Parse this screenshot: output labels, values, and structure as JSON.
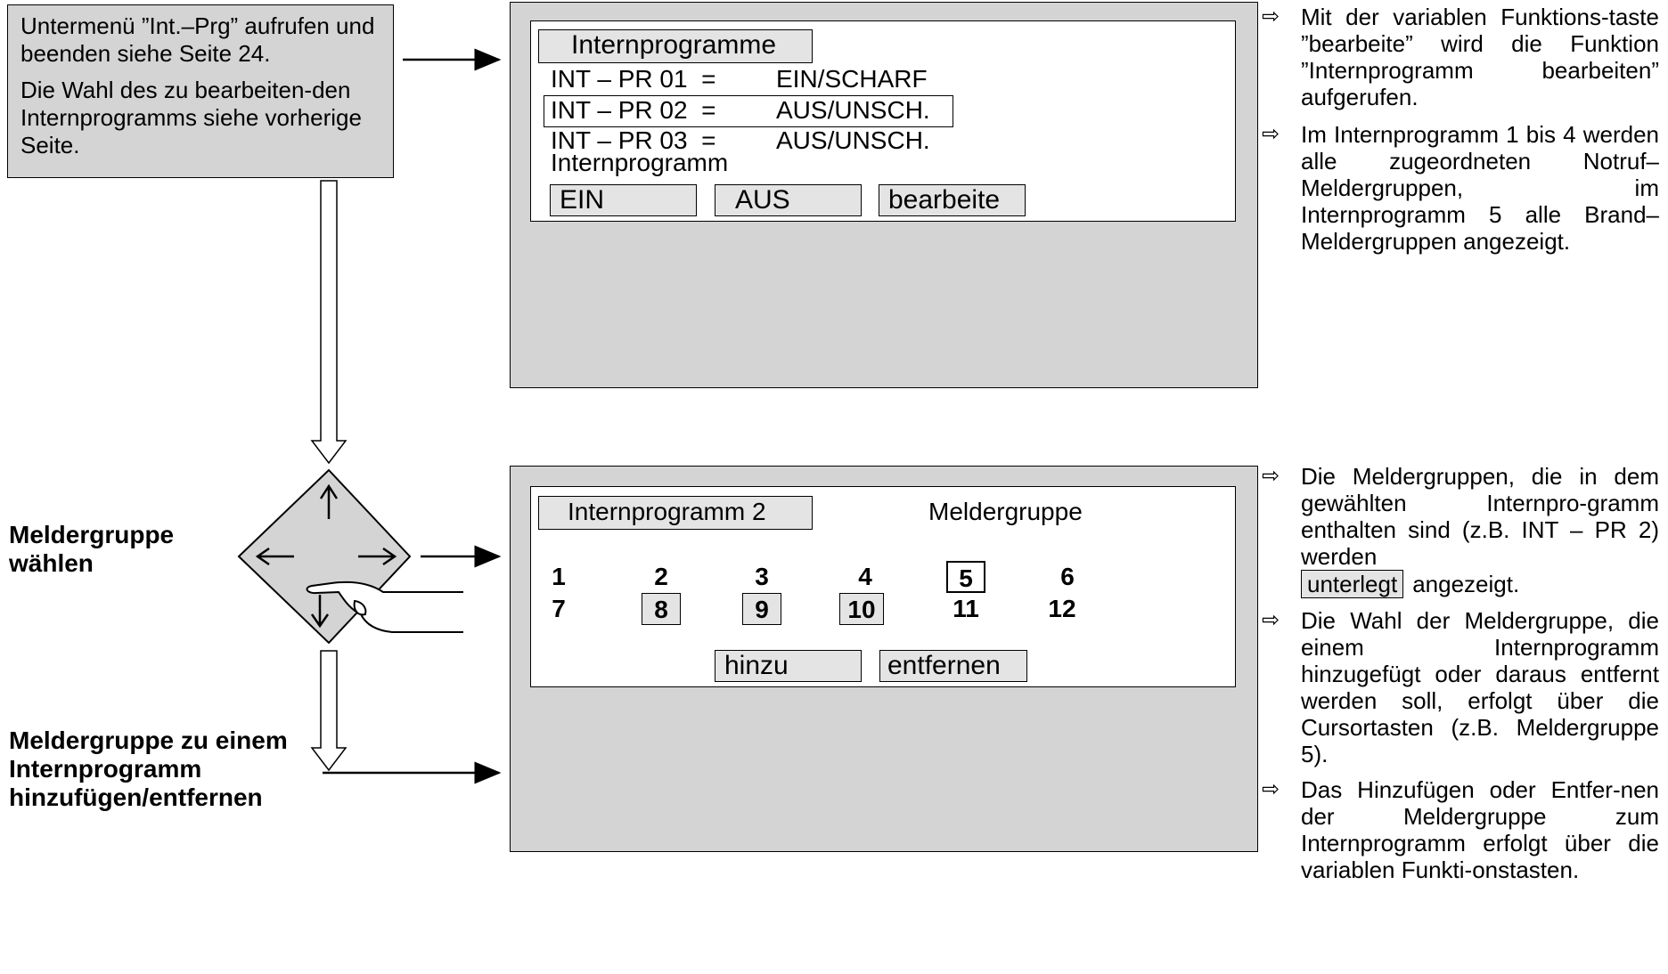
{
  "info_box": {
    "line1": "Untermenü ”Int.–Prg” aufrufen und beenden siehe Seite 24.",
    "line2": "Die Wahl des zu bearbeiten-den Internprogramms siehe vorherige Seite."
  },
  "panel1": {
    "title": "Internprogramme",
    "rows": [
      {
        "label": "INT – PR 01  =",
        "state": "EIN/SCHARF"
      },
      {
        "label": "INT – PR 02  =",
        "state": "AUS/UNSCH."
      },
      {
        "label": "INT – PR 03  =",
        "state": "AUS/UNSCH."
      }
    ],
    "footer": "Internprogramm",
    "softkeys": [
      "EIN",
      "AUS",
      "bearbeite"
    ]
  },
  "panel2": {
    "title": "Internprogramm 2",
    "subtitle": "Meldergruppe",
    "row1": [
      "1",
      "2",
      "3",
      "4",
      "5",
      "6"
    ],
    "row2": [
      "7",
      "8",
      "9",
      "10",
      "11",
      "12"
    ],
    "softkeys": [
      "hinzu",
      "entfernen"
    ]
  },
  "labels": {
    "select": "Meldergruppe wählen",
    "add_remove": "Meldergruppe zu einem Internprogramm hinzufügen/entfernen"
  },
  "notes_top": [
    "Mit der variablen Funktions-taste ”bearbeite” wird die Funktion ”Internprogramm bearbeiten” aufgerufen.",
    "Im Internprogramm 1 bis 4 werden alle zugeordneten Notruf–Meldergruppen, im Internprogramm 5 alle Brand–Meldergruppen angezeigt."
  ],
  "notes_bottom": {
    "n1_pre": "Die Meldergruppen, die in dem gewählten Internpro-gramm enthalten sind (z.B. INT – PR 2) werden",
    "n1_box": "unterlegt",
    "n1_post": "angezeigt.",
    "n2": "Die Wahl der Meldergruppe, die einem Internprogramm hinzugefügt oder daraus entfernt werden soll, erfolgt über die Cursortasten (z.B. Meldergruppe 5).",
    "n3": "Das Hinzufügen oder Entfer-nen der Meldergruppe zum Internprogramm erfolgt über die variablen Funkti-onstasten."
  },
  "icons": {
    "note_marker": "hollow-right-arrow-icon",
    "pointer": "pointing-hand-icon",
    "cursor_pad": "cursor-diamond-icon"
  }
}
